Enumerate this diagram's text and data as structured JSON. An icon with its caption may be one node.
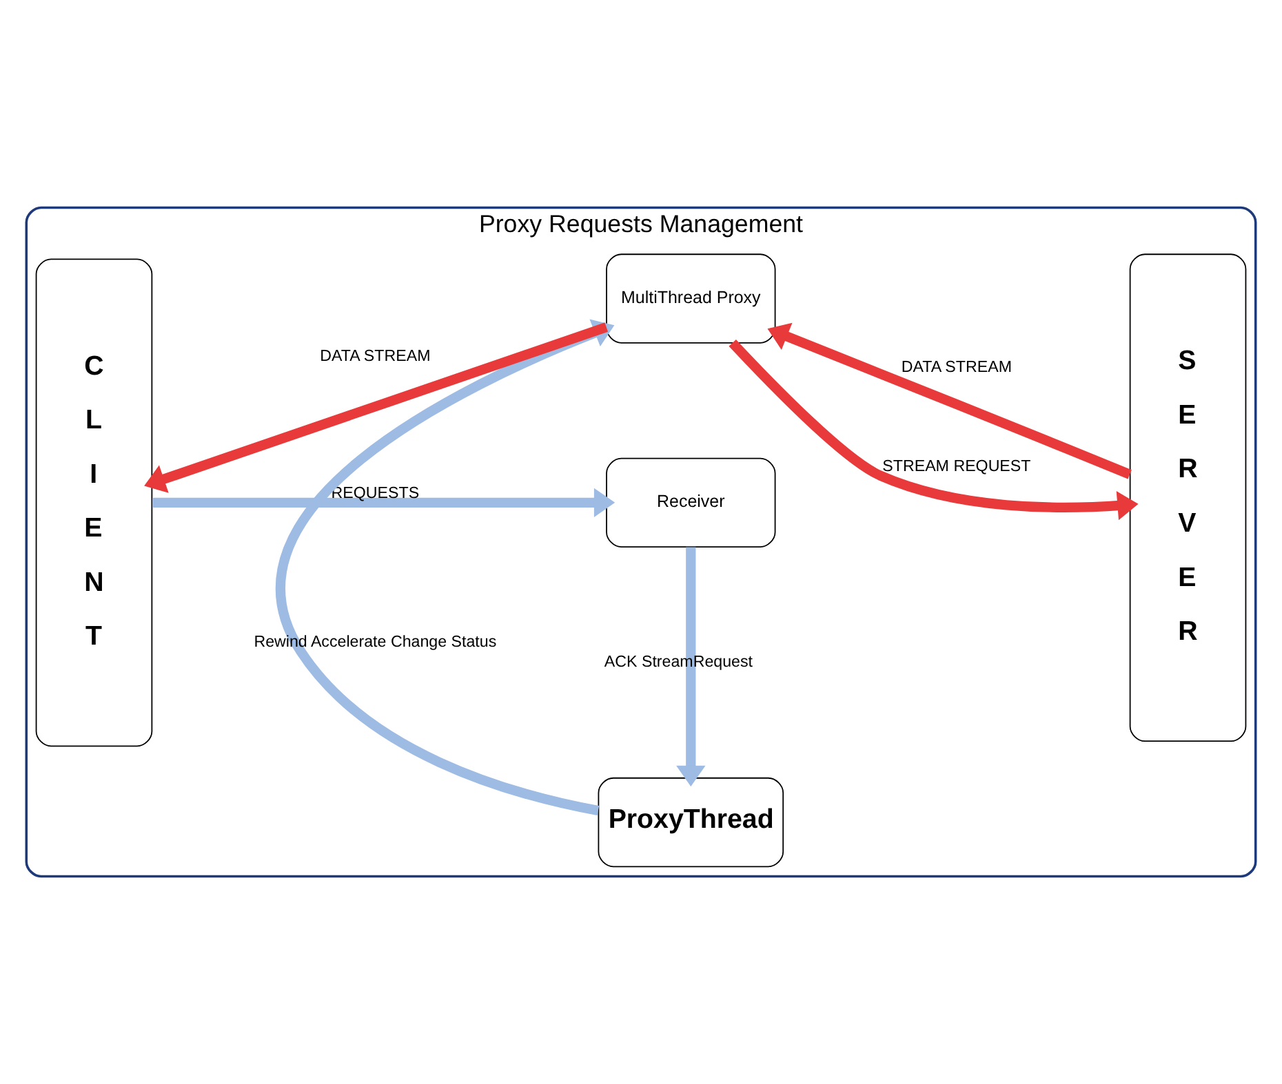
{
  "diagram": {
    "nodes": [
      {
        "text": [
          "Proxy Requests Management"
        ]
      },
      {
        "text": [
          "C L I E N T"
        ],
        "in": 0
      },
      {
        "text": [
          "Receiver"
        ],
        "in": 0
      },
      {
        "text": [
          "ProxyThread"
        ],
        "in": 0
      },
      {
        "text": [
          "MultiThread Proxy"
        ],
        "in": 0
      },
      {
        "text": [
          "S E R V E R"
        ],
        "in": 0
      }
    ],
    "edges": [
      {
        "from": 1,
        "to": 2,
        "arrow": "to",
        "label": "REQUESTS",
        "color": "#9dbbe3"
      },
      {
        "from": 2,
        "to": 3,
        "arrow": "to",
        "label": "ACK StreamRequest",
        "color": "#9dbbe3"
      },
      {
        "from": 3,
        "to": 4,
        "arrow": "to",
        "label": "Rewind Accelerate Change Status",
        "color": "#9dbbe3"
      },
      {
        "from": 4,
        "to": 5,
        "arrow": "to",
        "label": "STREAM REQUEST",
        "color": "#e83a3a"
      },
      {
        "from": 5,
        "to": 4,
        "arrow": "to",
        "label": "DATA STREAM",
        "color": "#e83a3a"
      },
      {
        "from": 4,
        "to": 1,
        "arrow": "to",
        "label": "DATA STREAM",
        "color": "#e83a3a"
      }
    ]
  }
}
